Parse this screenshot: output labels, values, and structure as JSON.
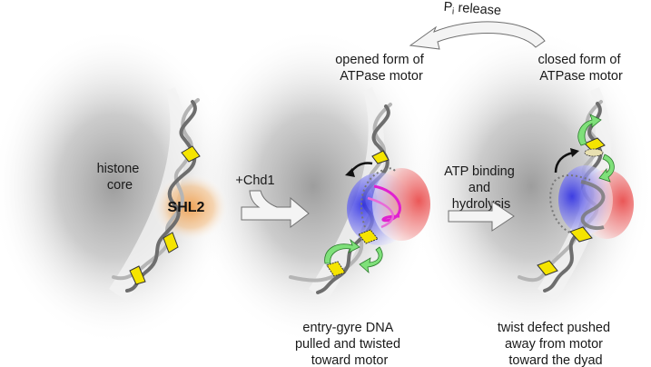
{
  "figure": {
    "panels": [
      {
        "id": "nucleosome",
        "labels": {
          "core": [
            "histone",
            "core"
          ],
          "site": "SHL2"
        }
      },
      {
        "id": "opened",
        "title": [
          "opened form of",
          "ATPase motor"
        ],
        "caption": [
          "entry-gyre DNA",
          "pulled and twisted",
          "toward motor"
        ]
      },
      {
        "id": "closed",
        "title": [
          "closed form of",
          "ATPase motor"
        ],
        "caption": [
          "twist defect pushed",
          "away from motor",
          "toward the dyad"
        ]
      }
    ],
    "transitions": {
      "add_chd1": "+Chd1",
      "atp": [
        "ATP binding",
        "and",
        "hydrolysis"
      ],
      "pi_release": {
        "prefix": "P",
        "subscript": "i",
        "suffix": " release"
      }
    },
    "colors": {
      "histone_core": "#9a9a9a",
      "shl2_glow": "#f0a050",
      "dna_dark": "#6e6e6e",
      "dna_light": "#b5b5b5",
      "base_pair": "#f5e400",
      "lobe_blue": "#3a3ae8",
      "lobe_red": "#e84848",
      "twist_arrow": "#7fe07a",
      "dna_pink": "#e020d0"
    }
  }
}
